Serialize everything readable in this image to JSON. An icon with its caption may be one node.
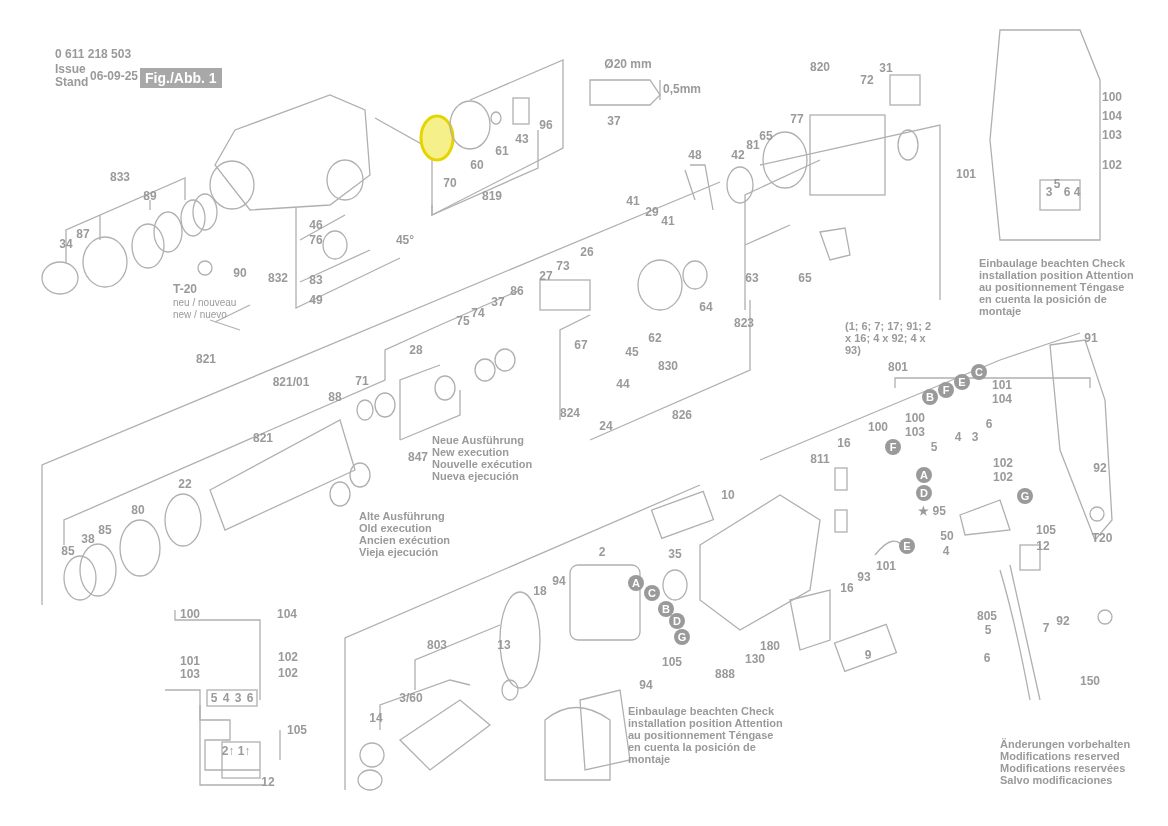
{
  "diagram": {
    "labels": [
      "0 611 218 503",
      "Issue",
      "Stand",
      "06-09-25",
      "Fig./Abb. 1",
      "Ø20 mm",
      "0,5mm",
      "37",
      "820",
      "31",
      "72",
      "77",
      "65",
      "81",
      "48",
      "42",
      "41",
      "29",
      "41",
      "96",
      "43",
      "61",
      "60",
      "70",
      "819",
      "833",
      "89",
      "87",
      "34",
      "46",
      "76",
      "45°",
      "90",
      "832",
      "83",
      "49",
      "T-20",
      "neu / nouveau",
      "new / nuevo",
      "86",
      "37",
      "74",
      "75",
      "28",
      "26",
      "73",
      "27",
      "64",
      "63",
      "65",
      "823",
      "62",
      "45",
      "830",
      "44",
      "67",
      "824",
      "826",
      "24",
      "821",
      "821/01",
      "88",
      "71",
      "821",
      "22",
      "80",
      "85",
      "38",
      "85",
      "847",
      "Neue Ausführung New execution Nouvelle exécution Nueva ejecución",
      "Alte Ausführung Old execution Ancien exécution Vieja ejecución",
      "(1; 6; 7; 17; 91; 2 x 16; 4 x 92; 4 x 93)",
      "801",
      "91",
      "B",
      "F",
      "E",
      "C",
      "101",
      "104",
      "100",
      "103",
      "5",
      "4",
      "3",
      "6",
      "16",
      "811",
      "100",
      "F",
      "10",
      "2",
      "35",
      "A",
      "C",
      "B",
      "D",
      "G",
      "105",
      "94",
      "888",
      "130",
      "180",
      "9",
      "16",
      "93",
      "101",
      "E",
      "102",
      "A",
      "102",
      "D",
      "★ 95",
      "50",
      "4",
      "G",
      "105",
      "12",
      "92",
      "T20",
      "805",
      "5",
      "7",
      "92",
      "6",
      "150",
      "18",
      "94",
      "803",
      "13",
      "3/60",
      "14",
      "100",
      "104",
      "101",
      "103",
      "102",
      "102",
      "5",
      "4",
      "3",
      "6",
      "105",
      "2↑ 1↑",
      "12",
      "100",
      "104",
      "103",
      "101",
      "102",
      "3",
      "5",
      "6",
      "4",
      "Einbaulage beachten Check installation position Attention au positionnement Téngase en cuenta la posición de montaje",
      "Einbaulage beachten Check installation position Attention au positionnement Téngase en cuenta la posición de montaje",
      "Änderungen vorbehalten Modifications reserved Modifications reservées Salvo modificaciones"
    ]
  }
}
